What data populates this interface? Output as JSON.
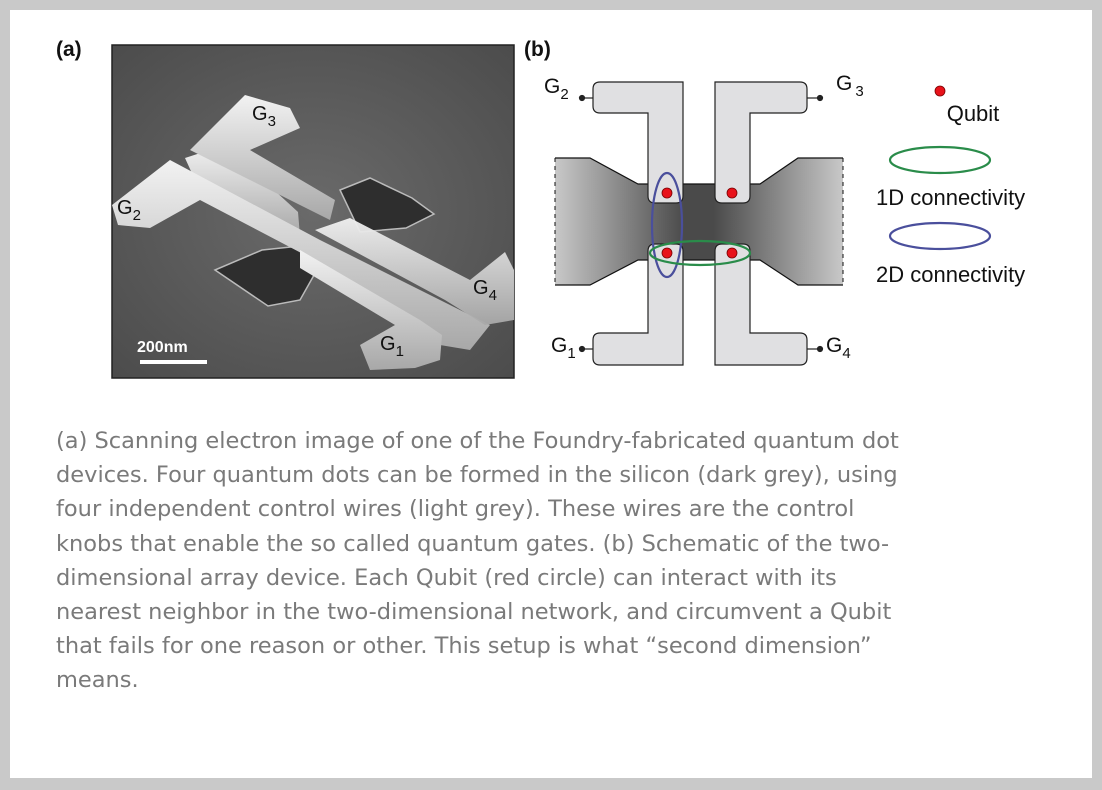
{
  "figure": {
    "panel_a": {
      "label": "(a)",
      "gate_labels": {
        "g1": "G",
        "g1_sub": "1",
        "g2": "G",
        "g2_sub": "2",
        "g3": "G",
        "g3_sub": "3",
        "g4": "G",
        "g4_sub": "4"
      },
      "scale_bar": "200nm"
    },
    "panel_b": {
      "label": "(b)",
      "gate_labels": {
        "g1": "G",
        "g1_sub": "1",
        "g2": "G",
        "g2_sub": "2",
        "g3": "G",
        "g3_sub": "3",
        "g4": "G",
        "g4_sub": "4"
      },
      "legend": {
        "qubit": "Qubit",
        "one_d": "1D connectivity",
        "two_d": "2D connectivity"
      },
      "colors": {
        "qubit": "#e8121a",
        "one_d": "#2a8c4a",
        "two_d": "#4a4f9c"
      }
    }
  },
  "caption": {
    "lines": [
      "(a) Scanning electron image of one of the Foundry-fabricated quantum dot",
      "devices. Four quantum dots can be formed in the silicon (dark grey), using",
      "four independent control wires (light grey). These wires are the control",
      "knobs that enable the so called quantum gates. (b) Schematic of the two-",
      "dimensional array device. Each Qubit (red circle) can interact with its",
      "nearest neighbor in the two-dimensional network, and circumvent a Qubit",
      "that fails for one reason or other. This setup is what “second dimension”",
      "means."
    ]
  }
}
